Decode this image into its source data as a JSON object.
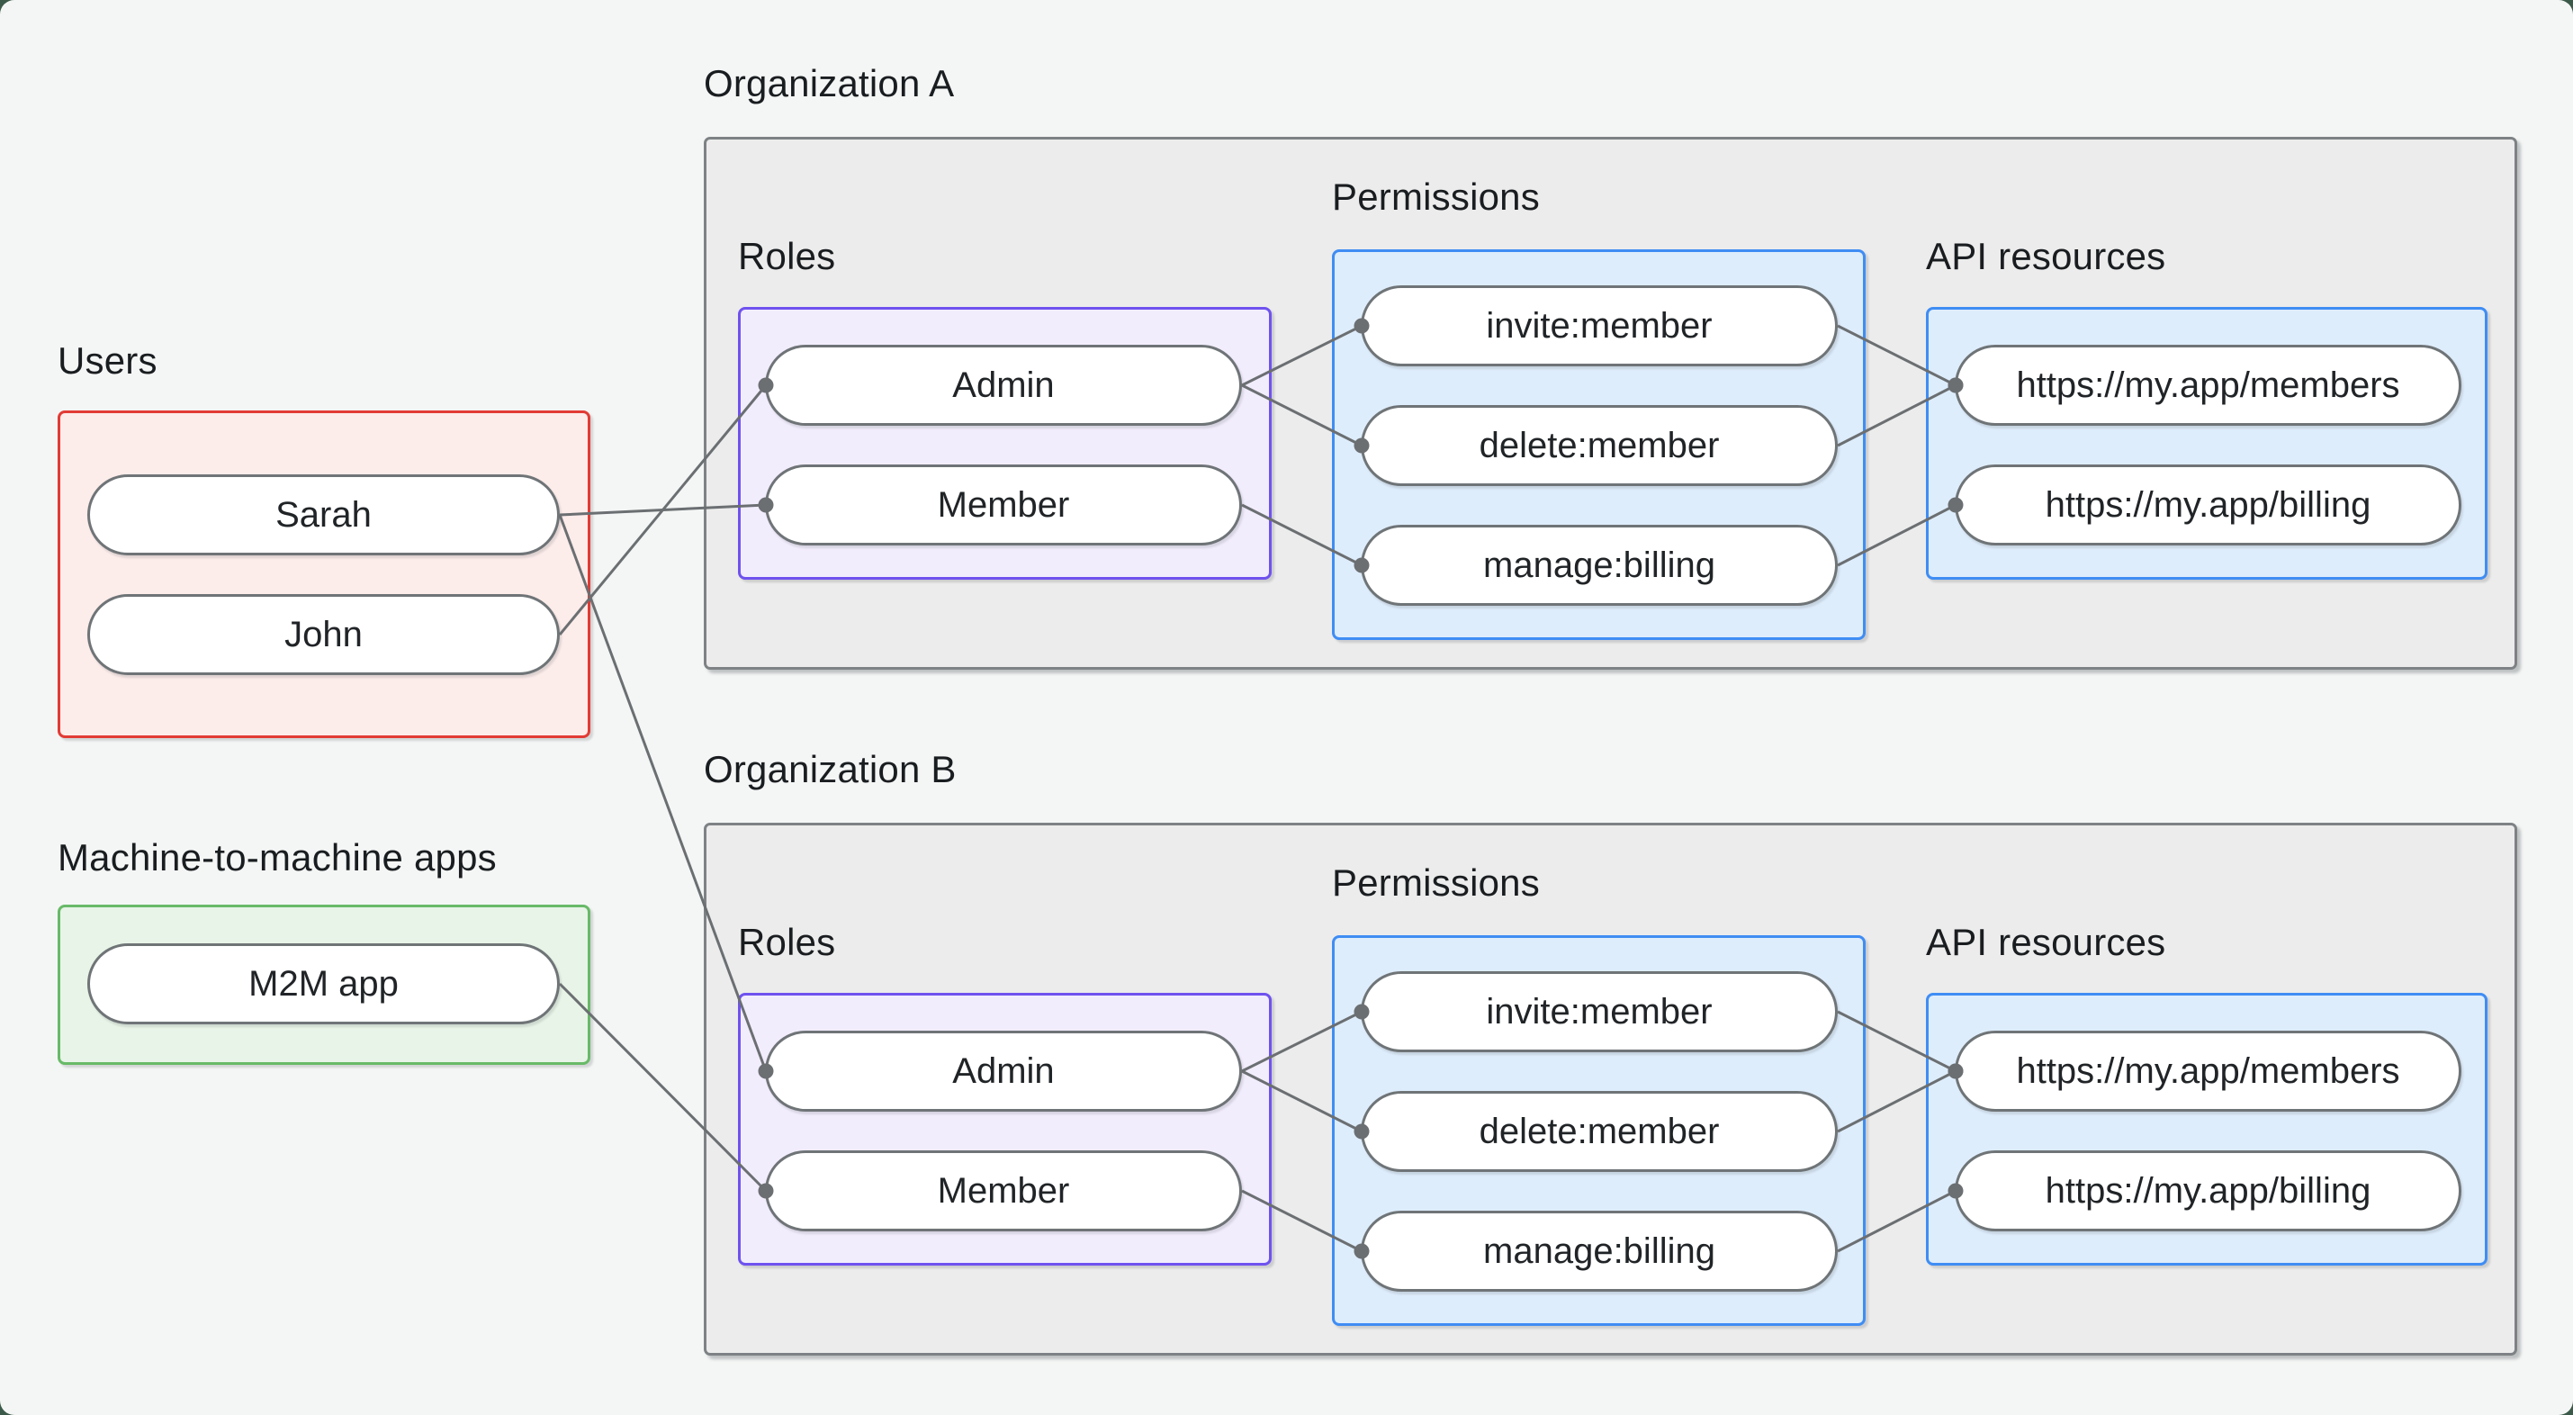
{
  "page": {
    "background_color": "#f4f6f5",
    "frame_color": "#3c5a49"
  },
  "colors": {
    "users_border": "#e23b35",
    "users_fill": "#fcecea",
    "m2m_border": "#68ba68",
    "m2m_fill": "#e8f4e7",
    "roles_border": "#6f52ef",
    "roles_fill": "#f2edfd",
    "blue_border": "#3f8df4",
    "blue_fill": "#deedfc",
    "org_border": "#7e8285",
    "org_fill": "#ececec",
    "connector": "#6b6f72",
    "node_border": "#6f7477",
    "text": "#1a1d20"
  },
  "users_group": {
    "label": "Users",
    "nodes": [
      {
        "id": "sarah",
        "label": "Sarah"
      },
      {
        "id": "john",
        "label": "John"
      }
    ]
  },
  "m2m_group": {
    "label": "Machine-to-machine apps",
    "nodes": [
      {
        "id": "m2m-app",
        "label": "M2M app"
      }
    ]
  },
  "organizations": [
    {
      "label": "Organization A",
      "roles": {
        "label": "Roles",
        "nodes": [
          {
            "id": "orgA-admin",
            "label": "Admin"
          },
          {
            "id": "orgA-member",
            "label": "Member"
          }
        ]
      },
      "permissions": {
        "label": "Permissions",
        "nodes": [
          {
            "id": "orgA-invite",
            "label": "invite:member"
          },
          {
            "id": "orgA-delete",
            "label": "delete:member"
          },
          {
            "id": "orgA-manage",
            "label": "manage:billing"
          }
        ]
      },
      "api_resources": {
        "label": "API resources",
        "nodes": [
          {
            "id": "orgA-members",
            "label": "https://my.app/members"
          },
          {
            "id": "orgA-billing",
            "label": "https://my.app/billing"
          }
        ]
      }
    },
    {
      "label": "Organization B",
      "roles": {
        "label": "Roles",
        "nodes": [
          {
            "id": "orgB-admin",
            "label": "Admin"
          },
          {
            "id": "orgB-member",
            "label": "Member"
          }
        ]
      },
      "permissions": {
        "label": "Permissions",
        "nodes": [
          {
            "id": "orgB-invite",
            "label": "invite:member"
          },
          {
            "id": "orgB-delete",
            "label": "delete:member"
          },
          {
            "id": "orgB-manage",
            "label": "manage:billing"
          }
        ]
      },
      "api_resources": {
        "label": "API resources",
        "nodes": [
          {
            "id": "orgB-members",
            "label": "https://my.app/members"
          },
          {
            "id": "orgB-billing",
            "label": "https://my.app/billing"
          }
        ]
      }
    }
  ],
  "edges": [
    {
      "from": "sarah",
      "to": "orgA-member"
    },
    {
      "from": "john",
      "to": "orgA-admin"
    },
    {
      "from": "sarah",
      "to": "orgB-admin"
    },
    {
      "from": "m2m-app",
      "to": "orgB-member"
    },
    {
      "from": "orgA-admin",
      "to": "orgA-invite"
    },
    {
      "from": "orgA-admin",
      "to": "orgA-delete"
    },
    {
      "from": "orgA-member",
      "to": "orgA-manage"
    },
    {
      "from": "orgA-invite",
      "to": "orgA-members"
    },
    {
      "from": "orgA-delete",
      "to": "orgA-members"
    },
    {
      "from": "orgA-manage",
      "to": "orgA-billing"
    },
    {
      "from": "orgB-admin",
      "to": "orgB-invite"
    },
    {
      "from": "orgB-admin",
      "to": "orgB-delete"
    },
    {
      "from": "orgB-member",
      "to": "orgB-manage"
    },
    {
      "from": "orgB-invite",
      "to": "orgB-members"
    },
    {
      "from": "orgB-delete",
      "to": "orgB-members"
    },
    {
      "from": "orgB-manage",
      "to": "orgB-billing"
    }
  ]
}
